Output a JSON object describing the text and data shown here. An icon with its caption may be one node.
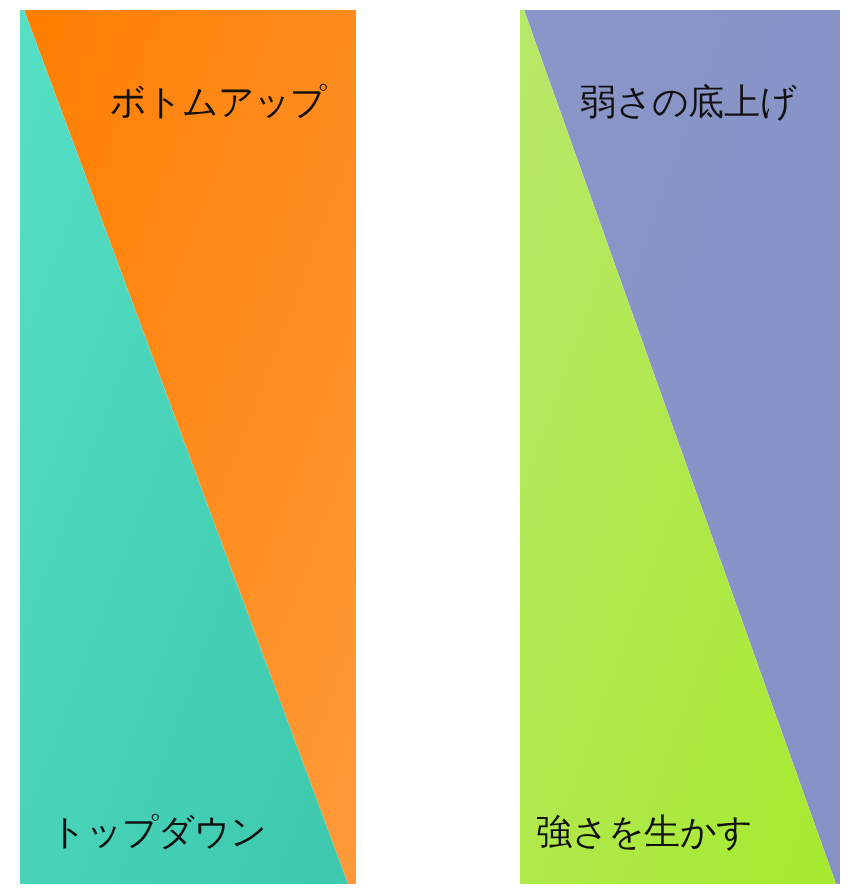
{
  "diagram": {
    "nodes": [
      {
        "text": [
          "ボトムアップ"
        ]
      },
      {
        "text": [
          "トップダウン"
        ]
      },
      {
        "text": [
          "弱さの底上げ"
        ]
      },
      {
        "text": [
          "強さを生かす"
        ]
      }
    ]
  }
}
